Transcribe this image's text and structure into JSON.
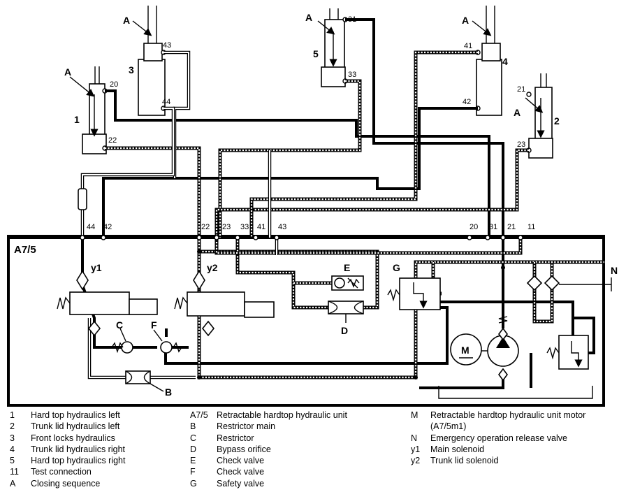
{
  "title": "A7/5",
  "cylinders": [
    {
      "num": "1",
      "closing": "A",
      "ports": [
        "20",
        "22"
      ]
    },
    {
      "num": "2",
      "closing": "A",
      "ports": [
        "21",
        "23"
      ]
    },
    {
      "num": "3",
      "closing": "",
      "ports": [
        "43",
        "44"
      ]
    },
    {
      "num": "4",
      "closing": "A",
      "ports": [
        "41",
        "42"
      ]
    },
    {
      "num": "5",
      "closing": "A",
      "ports": [
        "31",
        "33"
      ]
    }
  ],
  "closing_label_extra": "A",
  "port_row": [
    "44",
    "42",
    "22",
    "23",
    "33",
    "41",
    "43",
    "20",
    "31",
    "21",
    "11"
  ],
  "components": {
    "y1": "y1",
    "y2": "y2",
    "B": "B",
    "C": "C",
    "D": "D",
    "E": "E",
    "F": "F",
    "G": "G",
    "M": "M",
    "N": "N"
  },
  "legend": {
    "col1": [
      {
        "code": "1",
        "text": "Hard top hydraulics left"
      },
      {
        "code": "2",
        "text": "Trunk lid hydraulics left"
      },
      {
        "code": "3",
        "text": "Front locks hydraulics"
      },
      {
        "code": "4",
        "text": "Trunk lid hydraulics right"
      },
      {
        "code": "5",
        "text": "Hard top hydraulics right"
      },
      {
        "code": "11",
        "text": "Test connection"
      },
      {
        "code": "A",
        "text": "Closing sequence"
      }
    ],
    "col2": [
      {
        "code": "A7/5",
        "text": "Retractable hardtop hydraulic unit"
      },
      {
        "code": "B",
        "text": "Restrictor main"
      },
      {
        "code": "C",
        "text": "Restrictor"
      },
      {
        "code": "D",
        "text": "Bypass orifice"
      },
      {
        "code": "E",
        "text": "Check valve"
      },
      {
        "code": "F",
        "text": "Check valve"
      },
      {
        "code": "G",
        "text": "Safety valve"
      }
    ],
    "col3": [
      {
        "code": "M",
        "text": "Retractable hardtop hydraulic unit motor"
      },
      {
        "code": "",
        "text": "(A7/5m1)"
      },
      {
        "code": "N",
        "text": "Emergency operation release valve"
      },
      {
        "code": "y1",
        "text": "Main solenoid"
      },
      {
        "code": "y2",
        "text": "Trunk lid solenoid"
      }
    ]
  }
}
